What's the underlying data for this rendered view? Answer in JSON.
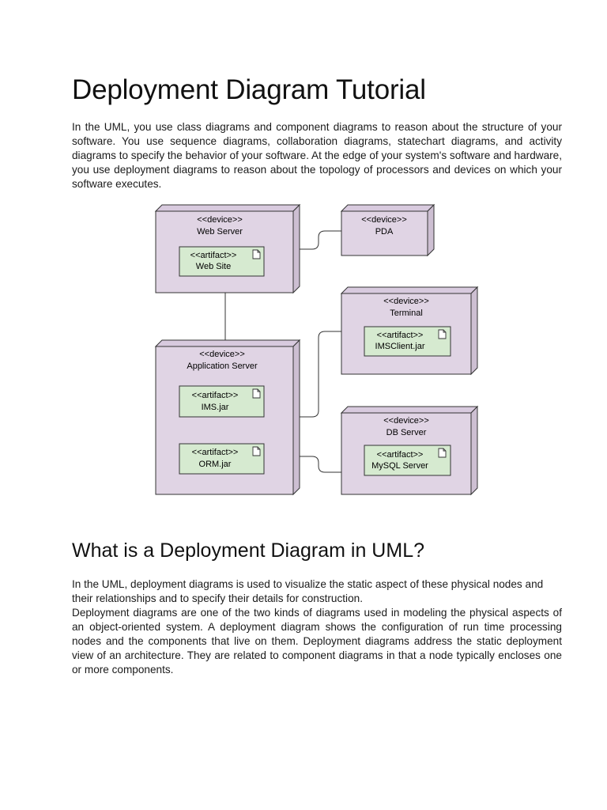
{
  "title": "Deployment Diagram Tutorial",
  "intro": "In the UML, you use class diagrams and component diagrams to reason about the structure of your software. You use sequence diagrams, collaboration diagrams, statechart diagrams, and activity diagrams to specify the behavior of your software. At the edge of your system's software and hardware, you use deployment diagrams to reason about the topology of processors and devices on which your software executes.",
  "diagram": {
    "colors": {
      "node_fill": "#e0d4e4",
      "node_side": "#cdbfd2",
      "artifact_fill": "#d6ead0",
      "stroke": "#333333"
    },
    "nodes": [
      {
        "stereotype": "<<device>>",
        "name": "Web Server",
        "artifacts": [
          "Web Site"
        ]
      },
      {
        "stereotype": "<<device>>",
        "name": "PDA",
        "artifacts": []
      },
      {
        "stereotype": "<<device>>",
        "name": "Terminal",
        "artifacts": [
          "IMSClient.jar"
        ]
      },
      {
        "stereotype": "<<device>>",
        "name": "Application Server",
        "artifacts": [
          "IMS.jar",
          "ORM.jar"
        ]
      },
      {
        "stereotype": "<<device>>",
        "name": "DB Server",
        "artifacts": [
          "MySQL Server"
        ]
      }
    ],
    "artifact_stereotype": "<<artifact>>",
    "artifact_icon": "document-icon"
  },
  "section_heading": "What is a Deployment Diagram in UML?",
  "para2": "In the UML, deployment diagrams is used to visualize the static aspect of these physical nodes and their relationships and to specify their details for construction.",
  "para3": "Deployment diagrams are one of the two kinds of diagrams used in modeling the physical aspects of an object-oriented system. A deployment diagram shows the configuration of run time processing nodes and the components that live on them. Deployment diagrams address the static deployment view of an architecture. They are related to component diagrams in that a node typically encloses one or more components."
}
